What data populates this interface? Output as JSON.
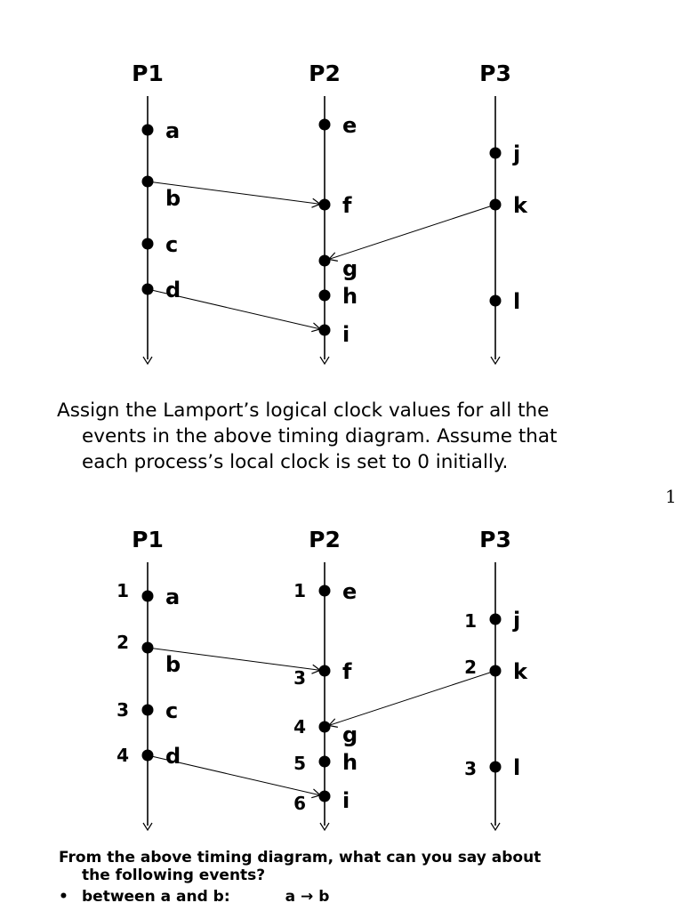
{
  "diagram1": {
    "processes": [
      {
        "id": "P1",
        "label": "P1"
      },
      {
        "id": "P2",
        "label": "P2"
      },
      {
        "id": "P3",
        "label": "P3"
      }
    ],
    "events": [
      {
        "id": "a",
        "process": "P1",
        "label": "a"
      },
      {
        "id": "b",
        "process": "P1",
        "label": "b"
      },
      {
        "id": "c",
        "process": "P1",
        "label": "c"
      },
      {
        "id": "d",
        "process": "P1",
        "label": "d"
      },
      {
        "id": "e",
        "process": "P2",
        "label": "e"
      },
      {
        "id": "f",
        "process": "P2",
        "label": "f"
      },
      {
        "id": "g",
        "process": "P2",
        "label": "g"
      },
      {
        "id": "h",
        "process": "P2",
        "label": "h"
      },
      {
        "id": "i",
        "process": "P2",
        "label": "i"
      },
      {
        "id": "j",
        "process": "P3",
        "label": "j"
      },
      {
        "id": "k",
        "process": "P3",
        "label": "k"
      },
      {
        "id": "l",
        "process": "P3",
        "label": "l"
      }
    ],
    "messages": [
      {
        "from": "b",
        "to": "f"
      },
      {
        "from": "k",
        "to": "g"
      },
      {
        "from": "d",
        "to": "i"
      }
    ]
  },
  "question": {
    "line1": "Assign the Lamport’s logical clock values for all the",
    "line2": "events in the above timing diagram. Assume that",
    "line3": "each process’s local clock is set to 0 initially."
  },
  "page_number": "1",
  "diagram2": {
    "processes": [
      {
        "id": "P1",
        "label": "P1"
      },
      {
        "id": "P2",
        "label": "P2"
      },
      {
        "id": "P3",
        "label": "P3"
      }
    ],
    "events": [
      {
        "id": "a",
        "process": "P1",
        "label": "a",
        "clock": "1"
      },
      {
        "id": "b",
        "process": "P1",
        "label": "b",
        "clock": "2"
      },
      {
        "id": "c",
        "process": "P1",
        "label": "c",
        "clock": "3"
      },
      {
        "id": "d",
        "process": "P1",
        "label": "d",
        "clock": "4"
      },
      {
        "id": "e",
        "process": "P2",
        "label": "e",
        "clock": "1"
      },
      {
        "id": "f",
        "process": "P2",
        "label": "f",
        "clock": "3"
      },
      {
        "id": "g",
        "process": "P2",
        "label": "g",
        "clock": "4"
      },
      {
        "id": "h",
        "process": "P2",
        "label": "h",
        "clock": "5"
      },
      {
        "id": "i",
        "process": "P2",
        "label": "i",
        "clock": "6"
      },
      {
        "id": "j",
        "process": "P3",
        "label": "j",
        "clock": "1"
      },
      {
        "id": "k",
        "process": "P3",
        "label": "k",
        "clock": "2"
      },
      {
        "id": "l",
        "process": "P3",
        "label": "l",
        "clock": "3"
      }
    ],
    "messages": [
      {
        "from": "b",
        "to": "f"
      },
      {
        "from": "k",
        "to": "g"
      },
      {
        "from": "d",
        "to": "i"
      }
    ]
  },
  "followup": {
    "line1": "From the above timing diagram, what can you say about",
    "line2": "the following events?",
    "bullet": "•",
    "item_label": "between a and b:",
    "item_answer": "a → b"
  }
}
